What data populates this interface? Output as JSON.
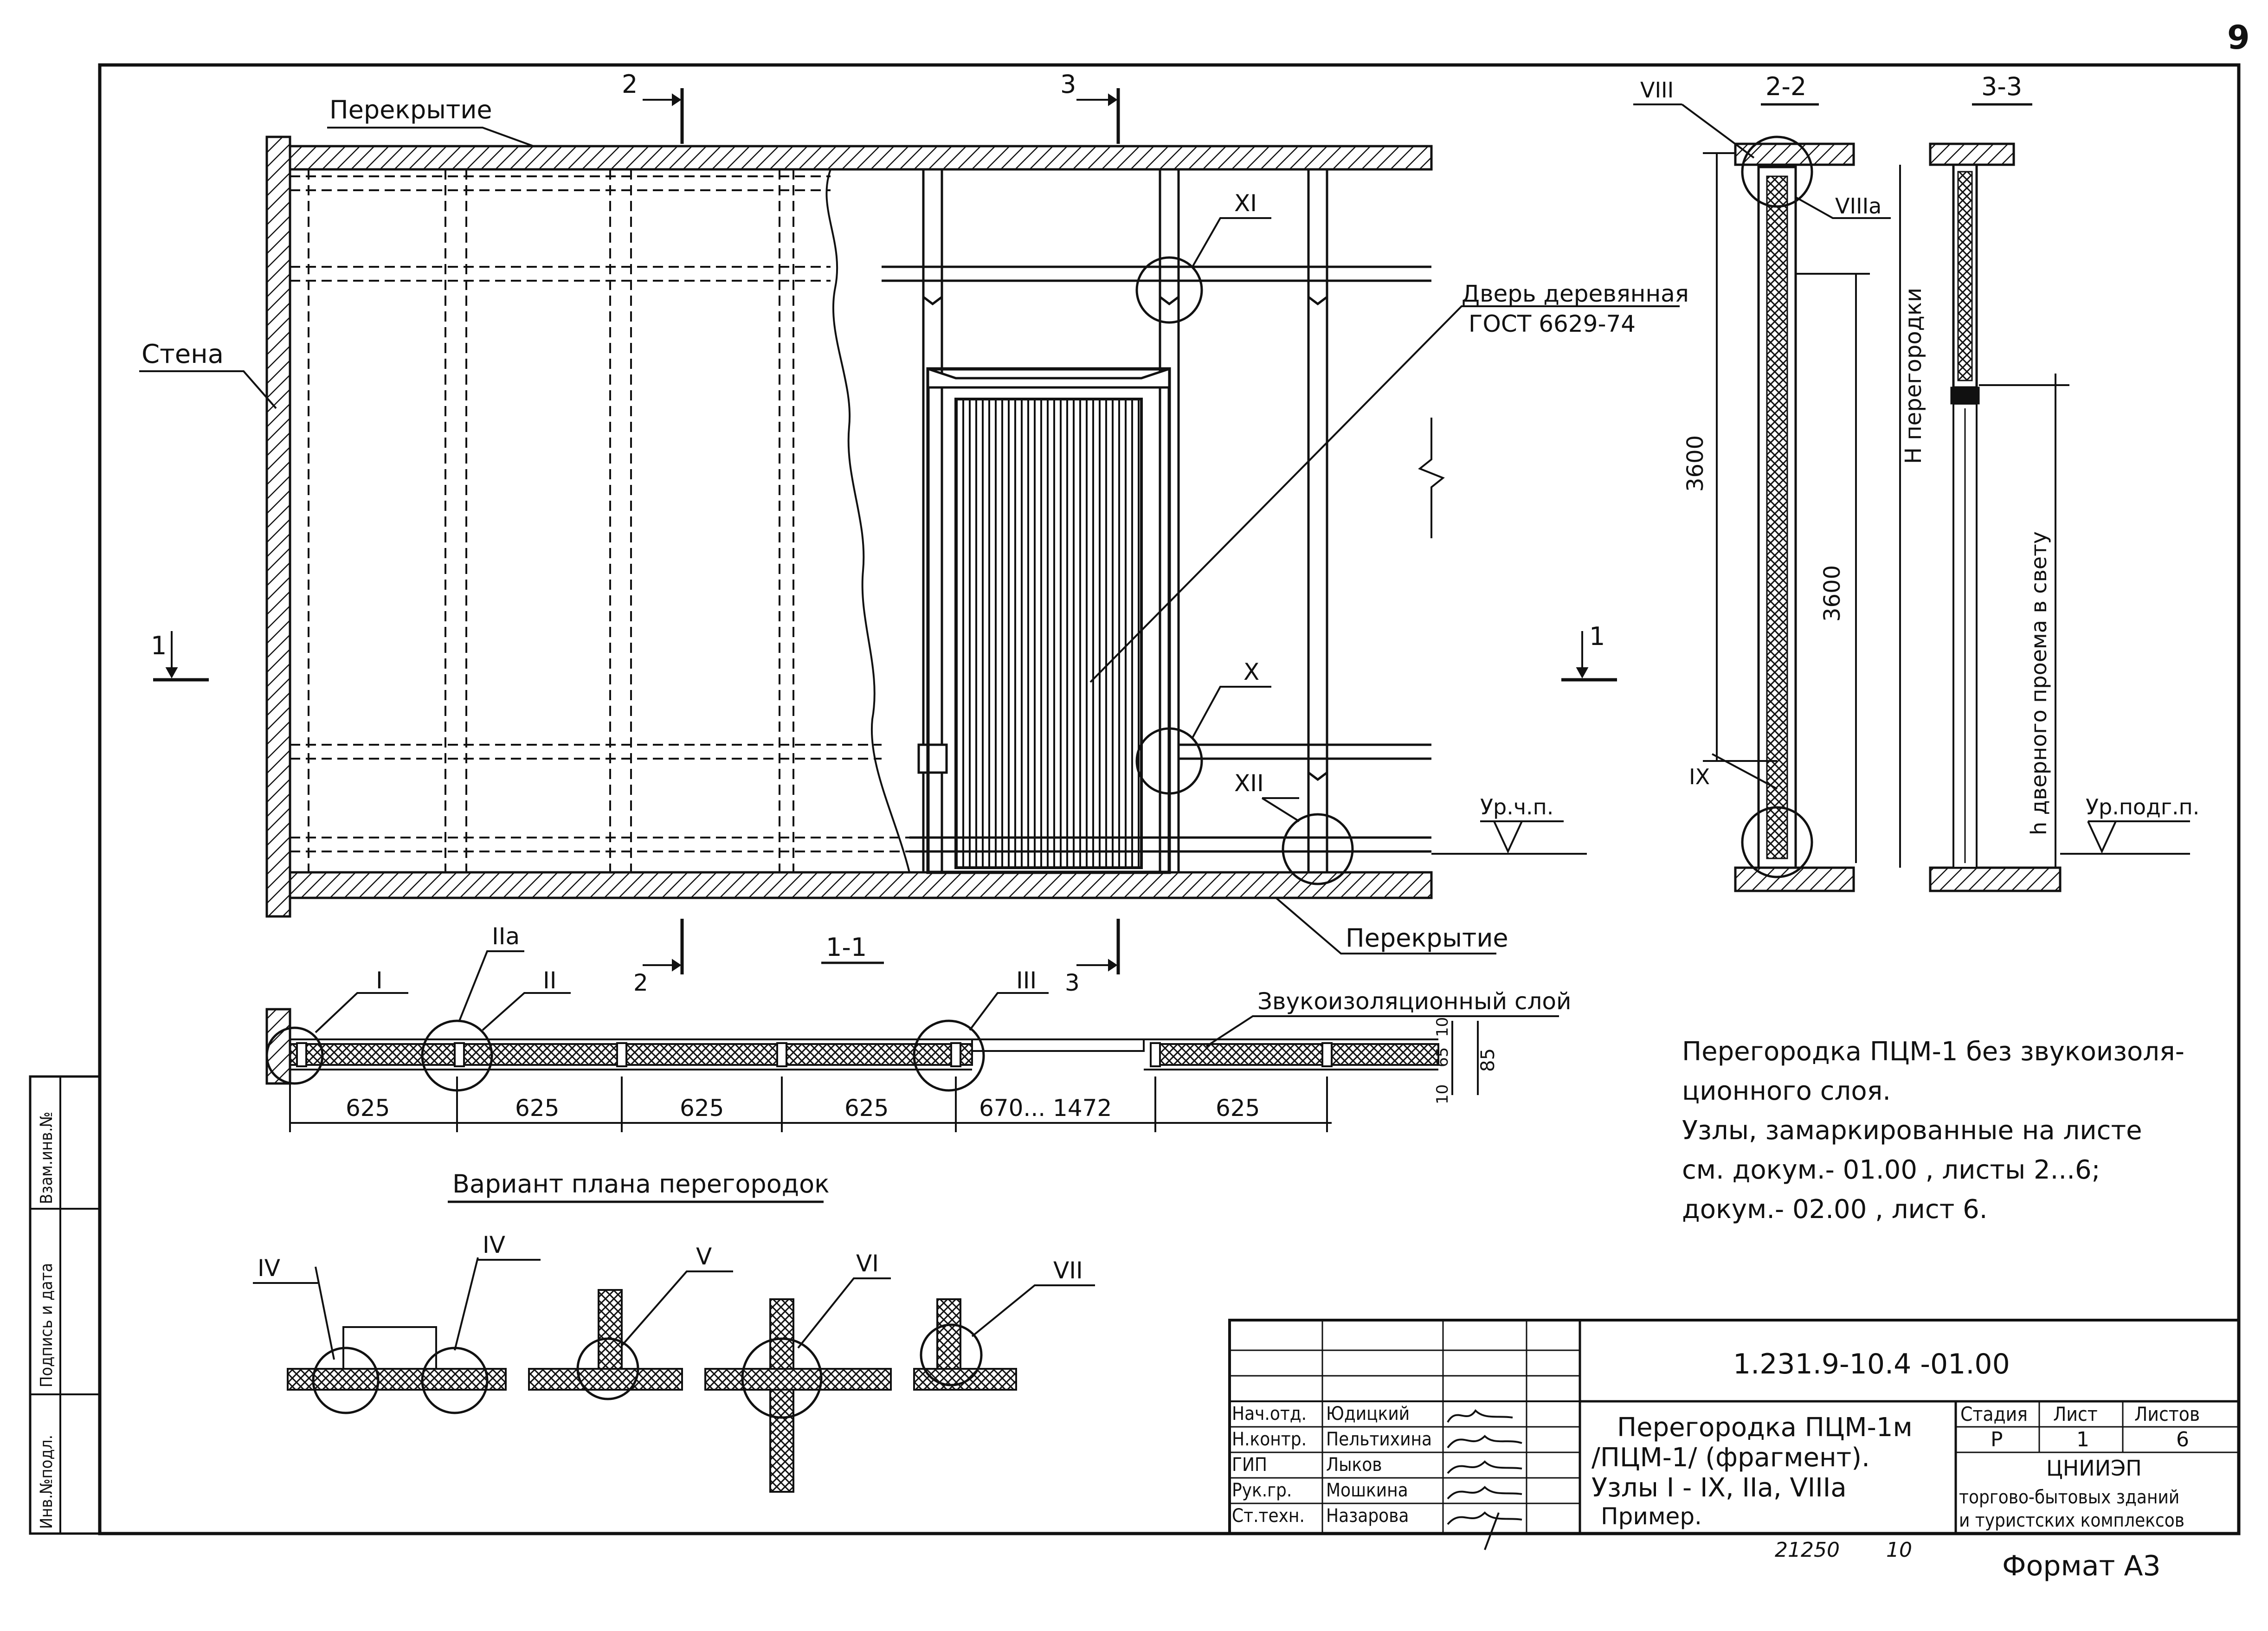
{
  "sheet": {
    "page_number": "9",
    "format_label": "Формат А3",
    "archive_number": "21250",
    "archive_sub": "10"
  },
  "side_stamp": {
    "cells": [
      "Инв.№подл.",
      "Подпись и дата",
      "Взам.инв.№"
    ]
  },
  "elevation": {
    "label_slab_top": "Перекрытие",
    "label_slab_bottom": "Перекрытие",
    "label_wall": "Стена",
    "door_label_line1": "Дверь деревянная",
    "door_label_line2": "ГОСТ 6629-74",
    "section_mark_1_left": "1",
    "section_mark_1_right": "1",
    "section_mark_2": "2",
    "section_mark_3": "3",
    "node_XI": "XI",
    "node_X": "X",
    "node_XII": "XII",
    "floor_level_label": "Ур.ч.п."
  },
  "section_22": {
    "title": "2-2",
    "node_VIII": "VIII",
    "node_VIIIa": "VIIIa",
    "node_IX": "IX",
    "dim_3600_a": "3600",
    "dim_3600_b": "3600",
    "dim_height_label": "H перегородки"
  },
  "section_33": {
    "title": "3-3",
    "dim_door_label": "h дверного проема в свету",
    "level_label": "Ур.подг.п."
  },
  "plan": {
    "title": "1-1",
    "caption": "Вариант плана перегородок",
    "soundproof_label": "Звукоизоляционный слой",
    "section_mark_2": "2",
    "section_mark_3": "3",
    "nodes": [
      "I",
      "IIa",
      "II",
      "III"
    ],
    "dims": [
      "625",
      "625",
      "625",
      "625",
      "670... 1472",
      "625"
    ],
    "thick_dims": [
      "10",
      "65",
      "10",
      "85"
    ]
  },
  "details": {
    "labels": [
      "IV",
      "IV",
      "V",
      "VI",
      "VII"
    ]
  },
  "notes": {
    "lines": [
      "Перегородка ПЦМ-1 без звукоизоля-",
      "ционного слоя.",
      "Узлы, замаркированные на листе",
      "см. докум.- 01.00 , листы 2...6;",
      "докум.- 02.00 , лист 6."
    ]
  },
  "title_block": {
    "doc_code": "1.231.9-10.4 -01.00",
    "title_lines": [
      "Перегородка ПЦМ-1м",
      "/ПЦМ-1/ (фрагмент).",
      "Узлы I - IX, IIa, VIIIa",
      "Пример."
    ],
    "roles": [
      "Нач.отд.",
      "Н.контр.",
      "ГИП",
      "Рук.гр.",
      "Ст.техн."
    ],
    "names": [
      "Юдицкий",
      "Пельтихина",
      "Лыков",
      "Мошкина",
      "Назарова"
    ],
    "headers": [
      "Стадия",
      "Лист",
      "Листов"
    ],
    "values": [
      "Р",
      "1",
      "6"
    ],
    "org_lines": [
      "ЦНИИЭП",
      "торгово-бытовых зданий",
      "и туристских комплексов"
    ]
  }
}
